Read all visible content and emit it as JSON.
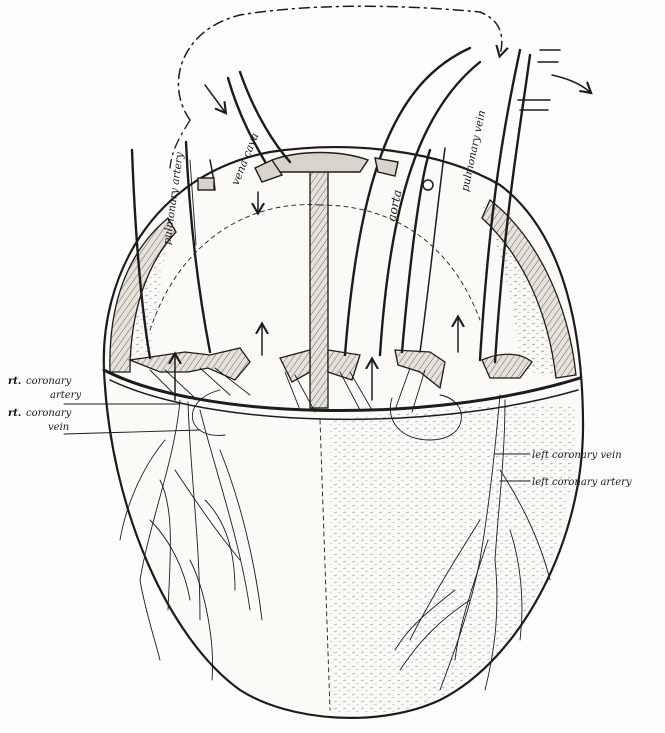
{
  "labels": {
    "pulmonary_artery": "pulmonary artery",
    "vena_cava": "vena cava",
    "aorta": "aorta",
    "pulmonary_vein": "pulmonary vein",
    "rt_coronary_artery_prefix": "rt.",
    "rt_coronary_artery_line1": "coronary",
    "rt_coronary_artery_line2": "artery",
    "rt_coronary_vein_prefix": "rt.",
    "rt_coronary_vein_line1": "coronary",
    "rt_coronary_vein_line2": "vein",
    "left_coronary_vein": "left coronary vein",
    "left_coronary_artery": "left coronary artery"
  }
}
